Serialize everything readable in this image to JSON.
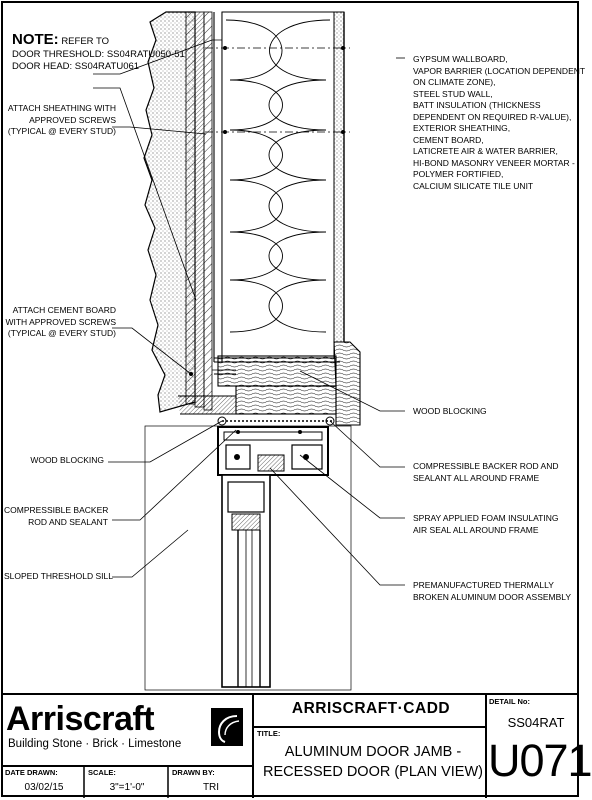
{
  "note": {
    "heading": "NOTE:",
    "heading_rest": "REFER TO",
    "lines": [
      "DOOR THRESHOLD: SS04RATU050-51",
      "DOOR HEAD: SS04RATU061"
    ]
  },
  "labels_left": {
    "sheathing": [
      "ATTACH SHEATHING WITH",
      "APPROVED SCREWS",
      "(TYPICAL @ EVERY STUD)"
    ],
    "cement_board": [
      "ATTACH CEMENT BOARD",
      "WITH APPROVED SCREWS",
      "(TYPICAL @ EVERY STUD)"
    ],
    "wood_blocking": [
      "WOOD BLOCKING"
    ],
    "backer_rod": [
      "COMPRESSIBLE BACKER",
      "ROD AND SEALANT"
    ],
    "threshold": [
      "SLOPED THRESHOLD SILL"
    ]
  },
  "labels_right": {
    "wall_assembly": [
      "GYPSUM WALLBOARD,",
      "VAPOR BARRIER (LOCATION DEPENDENT",
      "ON CLIMATE ZONE),",
      "STEEL STUD WALL,",
      "BATT INSULATION (THICKNESS",
      "DEPENDENT ON REQUIRED R-VALUE),",
      "EXTERIOR SHEATHING,",
      "CEMENT BOARD,",
      "LATICRETE AIR & WATER BARRIER,",
      "HI-BOND MASONRY VENEER MORTAR -",
      "POLYMER FORTIFIED,",
      "CALCIUM SILICATE TILE UNIT"
    ],
    "wood_blocking": [
      "WOOD BLOCKING"
    ],
    "backer_rod": [
      "COMPRESSIBLE BACKER ROD AND",
      "SEALANT ALL AROUND FRAME"
    ],
    "foam_seal": [
      "SPRAY APPLIED FOAM INSULATING",
      "AIR SEAL ALL AROUND FRAME"
    ],
    "door_assembly": [
      "PREMANUFACTURED THERMALLY",
      "BROKEN ALUMINUM DOOR ASSEMBLY"
    ]
  },
  "title_block": {
    "brand": "Arriscraft",
    "brand_tagline": "Building Stone · Brick · Limestone",
    "cadd_title": "ARRISCRAFT·CADD",
    "title_label": "TITLE:",
    "title_lines": [
      "ALUMINUM DOOR JAMB -",
      "RECESSED DOOR (PLAN VIEW)"
    ],
    "detail_label": "DETAIL No:",
    "detail_series": "SS04RAT",
    "detail_code": "U071",
    "date_label": "DATE DRAWN:",
    "date_value": "03/02/15",
    "scale_label": "SCALE:",
    "scale_value": "3\"=1'-0\"",
    "drawn_label": "DRAWN BY:",
    "drawn_value": "TRI"
  }
}
